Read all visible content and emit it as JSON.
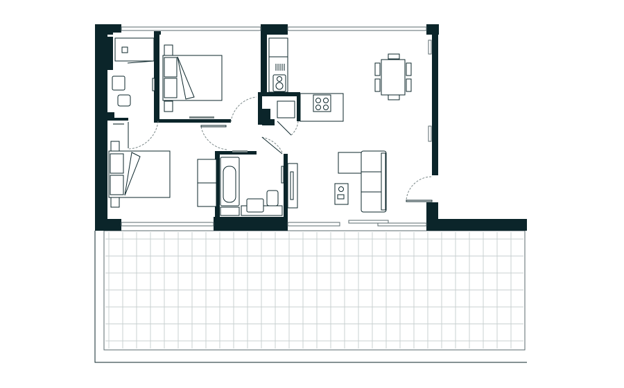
{
  "plan": {
    "colors": {
      "wall": "#0b252a",
      "terrace_grid": "#c9d0d1",
      "background": "#ffffff"
    },
    "rooms": [
      "bedroom",
      "bedroom",
      "ensuite",
      "bathroom",
      "kitchen",
      "living-dining",
      "terrace"
    ]
  }
}
